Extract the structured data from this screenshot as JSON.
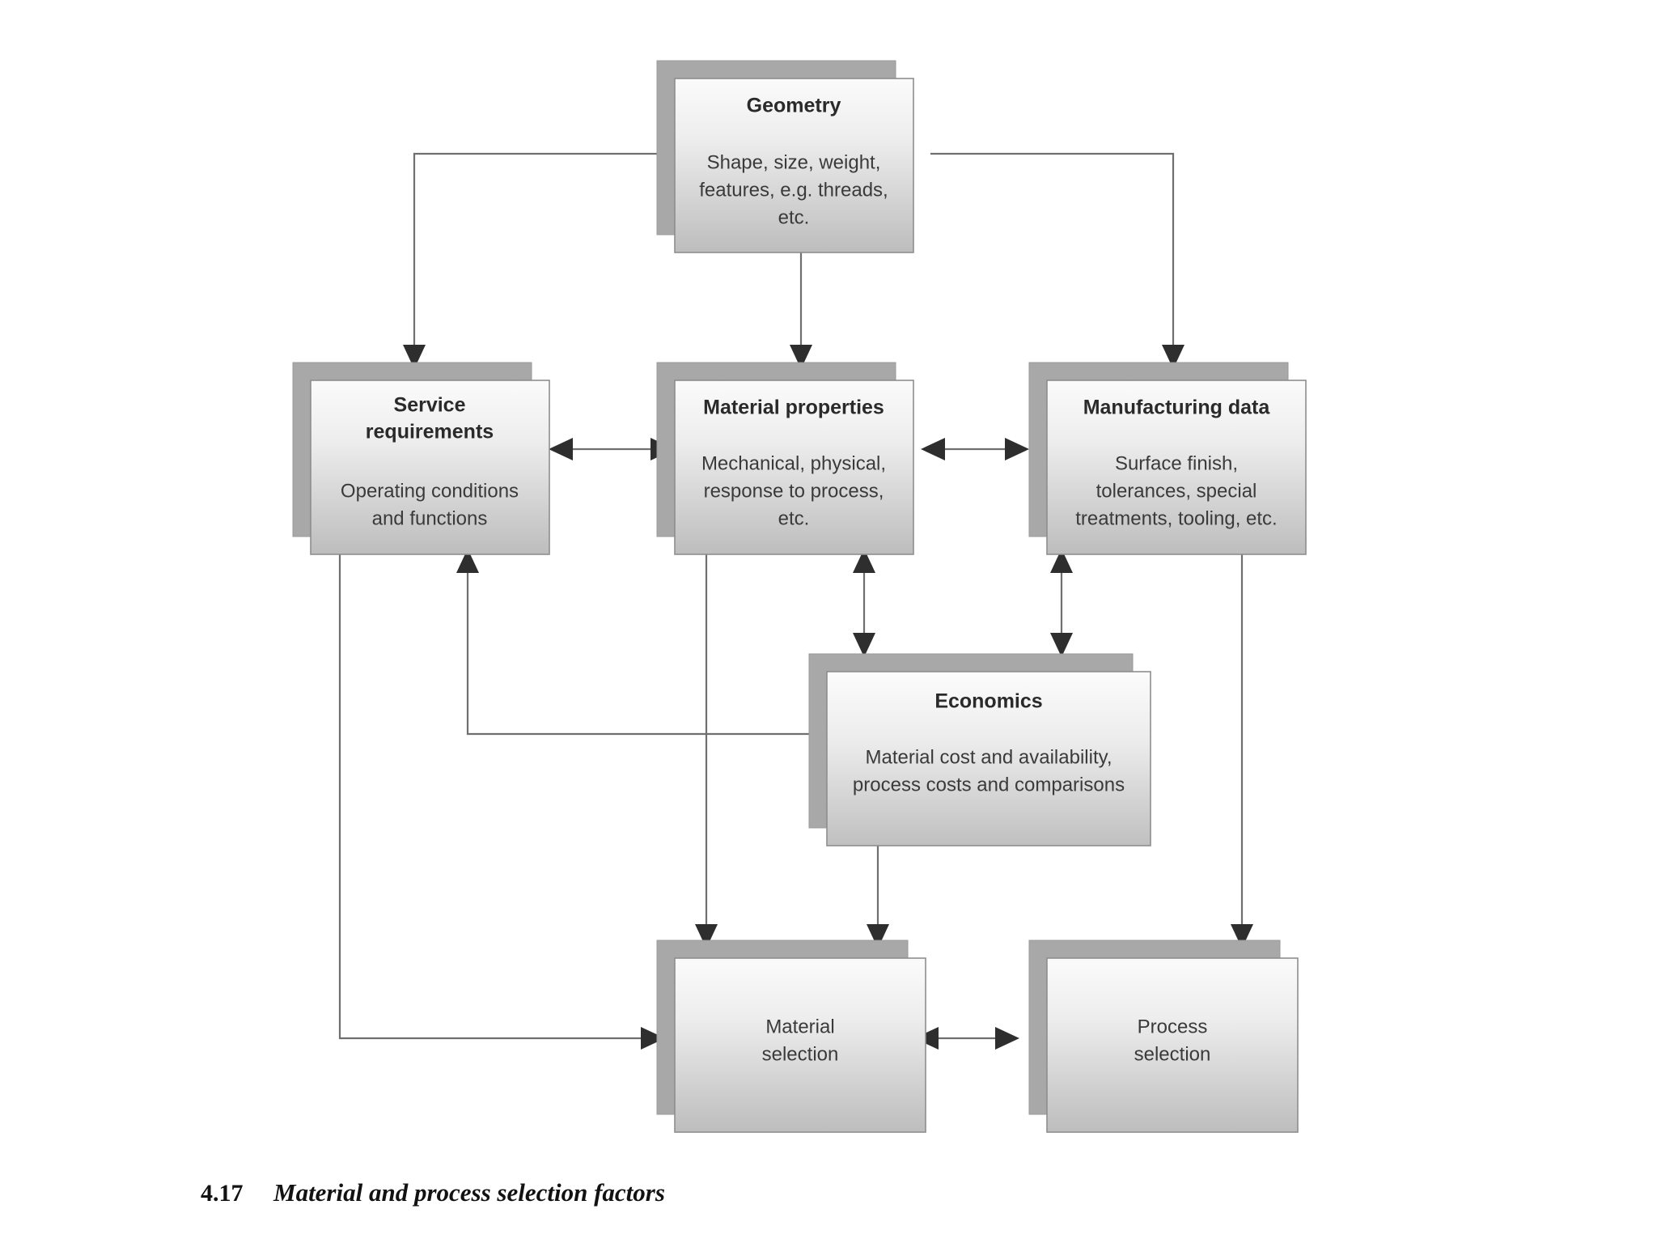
{
  "figure": {
    "caption_number": "4.17",
    "caption_title": "Material and process selection factors",
    "background_color": "#ffffff",
    "box_fill_top": "#f2f2f2",
    "box_fill_bottom": "#bcbcbc",
    "box_border_color": "#8e8e8e",
    "shadow_color": "#a8a8a8",
    "connector_color": "#6f6f6f",
    "arrowhead_color": "#2e2e2e"
  },
  "nodes": {
    "geometry": {
      "title": "Geometry",
      "line1": "Shape, size, weight,",
      "line2": "features, e.g. threads,",
      "line3": "etc."
    },
    "service_requirements": {
      "title_line1": "Service",
      "title_line2": "requirements",
      "line1": "Operating conditions",
      "line2": "and functions"
    },
    "material_properties": {
      "title": "Material properties",
      "line1": "Mechanical, physical,",
      "line2": "response to process,",
      "line3": "etc."
    },
    "manufacturing_data": {
      "title": "Manufacturing data",
      "line1": "Surface finish,",
      "line2": "tolerances, special",
      "line3": "treatments, tooling, etc."
    },
    "economics": {
      "title": "Economics",
      "line1": "Material cost and availability,",
      "line2": "process costs and comparisons"
    },
    "material_selection": {
      "title_line1": "Material",
      "title_line2": "selection"
    },
    "process_selection": {
      "title_line1": "Process",
      "title_line2": "selection"
    }
  },
  "edges": [
    {
      "name": "geometry-to-service-requirements",
      "kind": "single-arrow"
    },
    {
      "name": "geometry-to-material-properties",
      "kind": "single-arrow"
    },
    {
      "name": "geometry-to-manufacturing-data",
      "kind": "single-arrow"
    },
    {
      "name": "service-requirements-material-properties",
      "kind": "double-arrow"
    },
    {
      "name": "material-properties-manufacturing-data",
      "kind": "double-arrow"
    },
    {
      "name": "economics-material-properties",
      "kind": "double-arrow"
    },
    {
      "name": "economics-manufacturing-data",
      "kind": "double-arrow"
    },
    {
      "name": "economics-to-service-requirements",
      "kind": "single-arrow"
    },
    {
      "name": "material-properties-to-material-selection",
      "kind": "single-arrow"
    },
    {
      "name": "economics-to-material-selection",
      "kind": "single-arrow"
    },
    {
      "name": "service-requirements-to-material-selection",
      "kind": "single-arrow"
    },
    {
      "name": "manufacturing-data-to-process-selection",
      "kind": "single-arrow"
    },
    {
      "name": "material-selection-process-selection",
      "kind": "double-arrow"
    }
  ]
}
